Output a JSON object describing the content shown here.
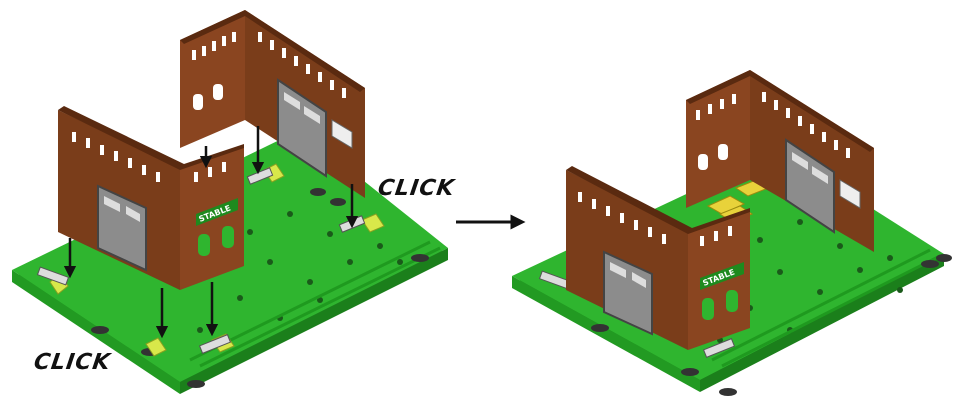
{
  "labels": {
    "click_top": "CLICK",
    "click_bottom": "CLICK",
    "sign_left": "STABLE",
    "sign_right": "STABLE"
  },
  "colors": {
    "grass": "#2fb52f",
    "grass_dark": "#1e8a1e",
    "wall": "#7a3d1a",
    "wall_dark": "#5a2a10",
    "door": "#8c8c8c",
    "arrow": "#111111",
    "click_mark": "#d8e84a"
  },
  "icons": [
    "step-arrow-icon",
    "assembly-arrow-icon",
    "click-burst-icon"
  ]
}
